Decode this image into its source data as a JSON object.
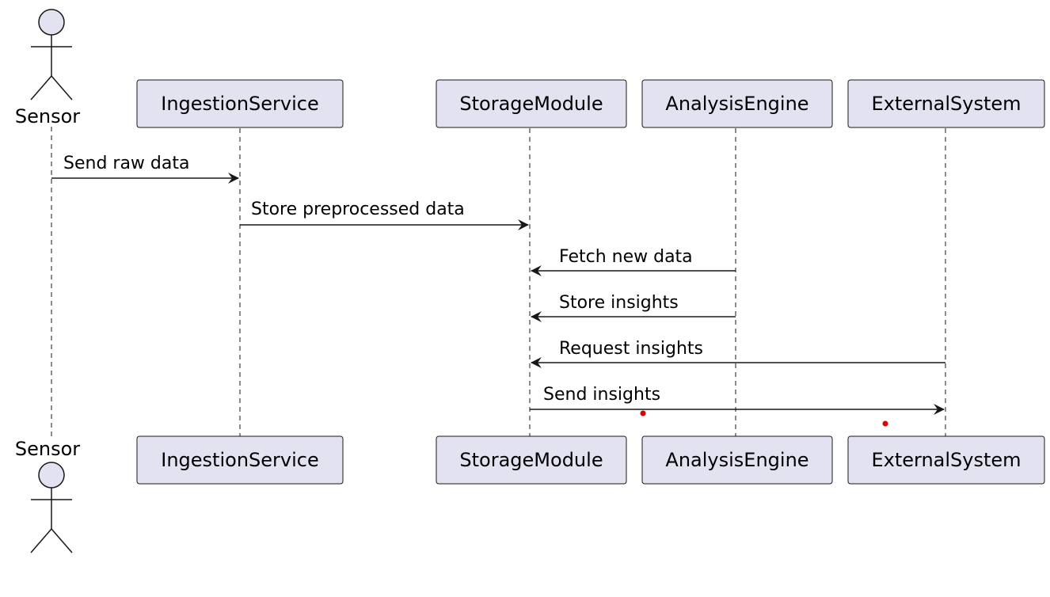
{
  "participants": {
    "sensor": "Sensor",
    "ingestion": "IngestionService",
    "storage": "StorageModule",
    "analysis": "AnalysisEngine",
    "external": "ExternalSystem"
  },
  "messages": [
    "Send raw data",
    "Store preprocessed data",
    "Fetch new data",
    "Store insights",
    "Request insights",
    "Send insights"
  ],
  "colors": {
    "participant_fill": "#e2e2f0",
    "line": "#181818",
    "marker_dot": "#e00000"
  }
}
